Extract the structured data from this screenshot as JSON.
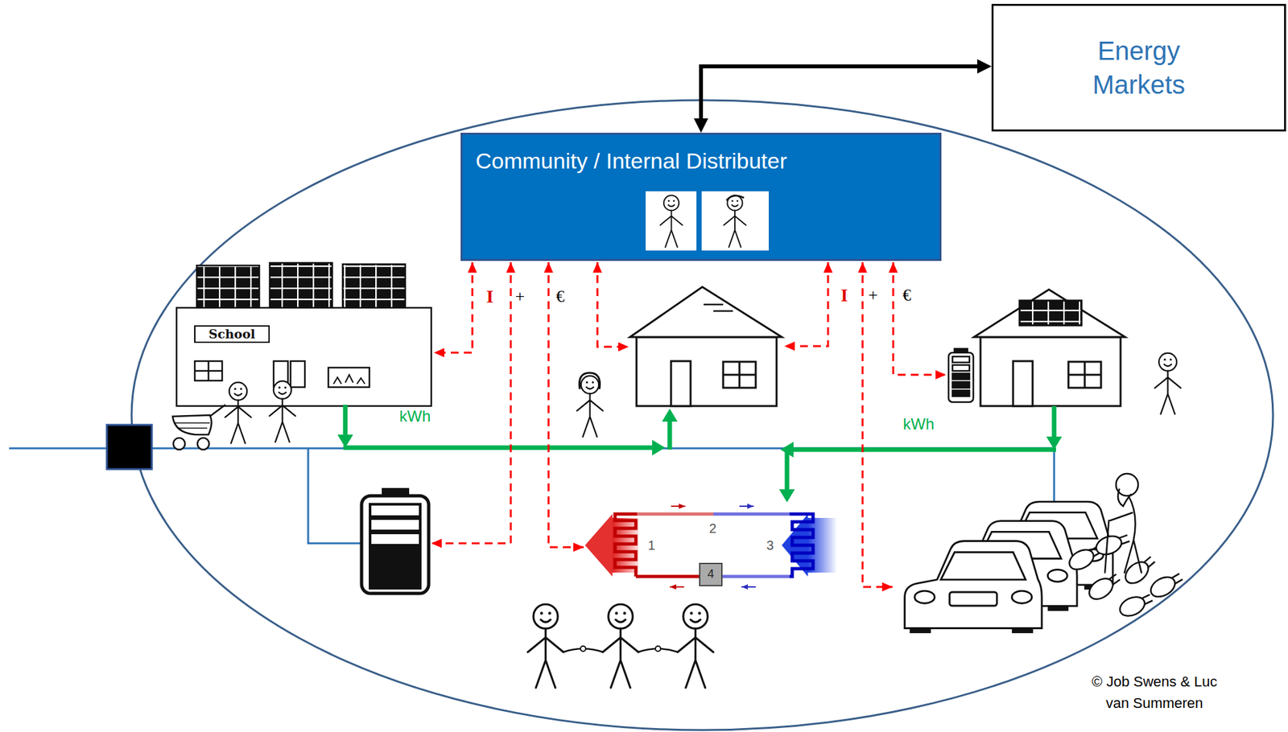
{
  "diagram": {
    "nodes": [
      {
        "text": [
          "Energy Markets"
        ]
      },
      {
        "text": [
          "Community / Internal Distributer"
        ]
      },
      {
        "text": [
          "School"
        ]
      }
    ],
    "edges": [
      {
        "from": 1,
        "to": 0,
        "arrow": "both"
      }
    ],
    "labels": [
      "I",
      "+",
      "€",
      "I",
      "+",
      "€",
      "kWh",
      "kWh",
      "1",
      "2",
      "3",
      "4",
      "© Job Swens & Luc van Summeren"
    ]
  }
}
